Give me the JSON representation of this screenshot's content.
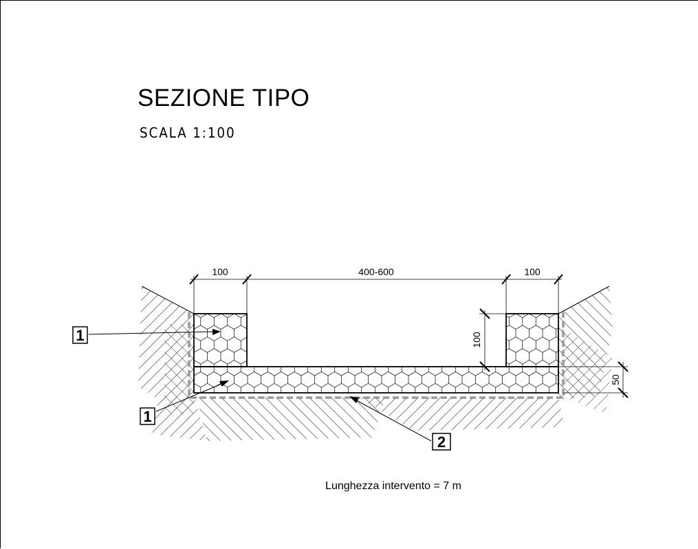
{
  "title": "SEZIONE TIPO",
  "scale": "SCALA 1:100",
  "dimensions": {
    "left_width": "100",
    "channel_width": "400-600",
    "right_width": "100",
    "wall_height": "100",
    "base_thickness": "50"
  },
  "callouts": {
    "gabion_wall": "1",
    "gabion_base": "1",
    "geotextile": "2"
  },
  "note": "Lunghezza intervento = 7 m",
  "colors": {
    "line": "#000000",
    "hatch": "#6b6b6b",
    "liner": "#9a9a9a"
  }
}
